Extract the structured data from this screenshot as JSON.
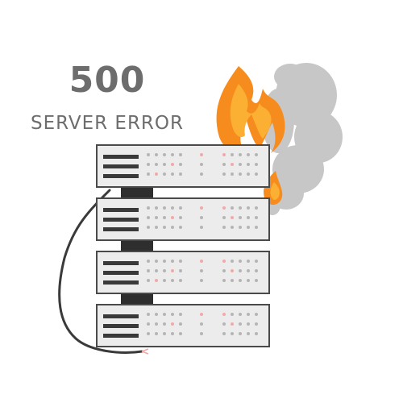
{
  "error": {
    "code": "500",
    "message": "SERVER ERROR"
  },
  "colors": {
    "text": "#6d6d6d",
    "smoke": "#c7c7c7",
    "flame_outer": "#f78c1e",
    "flame_inner": "#fbb034",
    "server_body": "#ececec",
    "server_border": "#4a4a4a",
    "slot": "#3a3a3a",
    "dot_grey": "#b5b5b5",
    "dot_red": "#f3a8a8",
    "cable": "#3a3a3a"
  },
  "illustration": {
    "server_units": [
      {
        "name": "unit-1"
      },
      {
        "name": "unit-2"
      },
      {
        "name": "unit-3"
      },
      {
        "name": "unit-4"
      }
    ],
    "elements": [
      "smoke",
      "fire",
      "server-rack",
      "power-cable"
    ]
  }
}
